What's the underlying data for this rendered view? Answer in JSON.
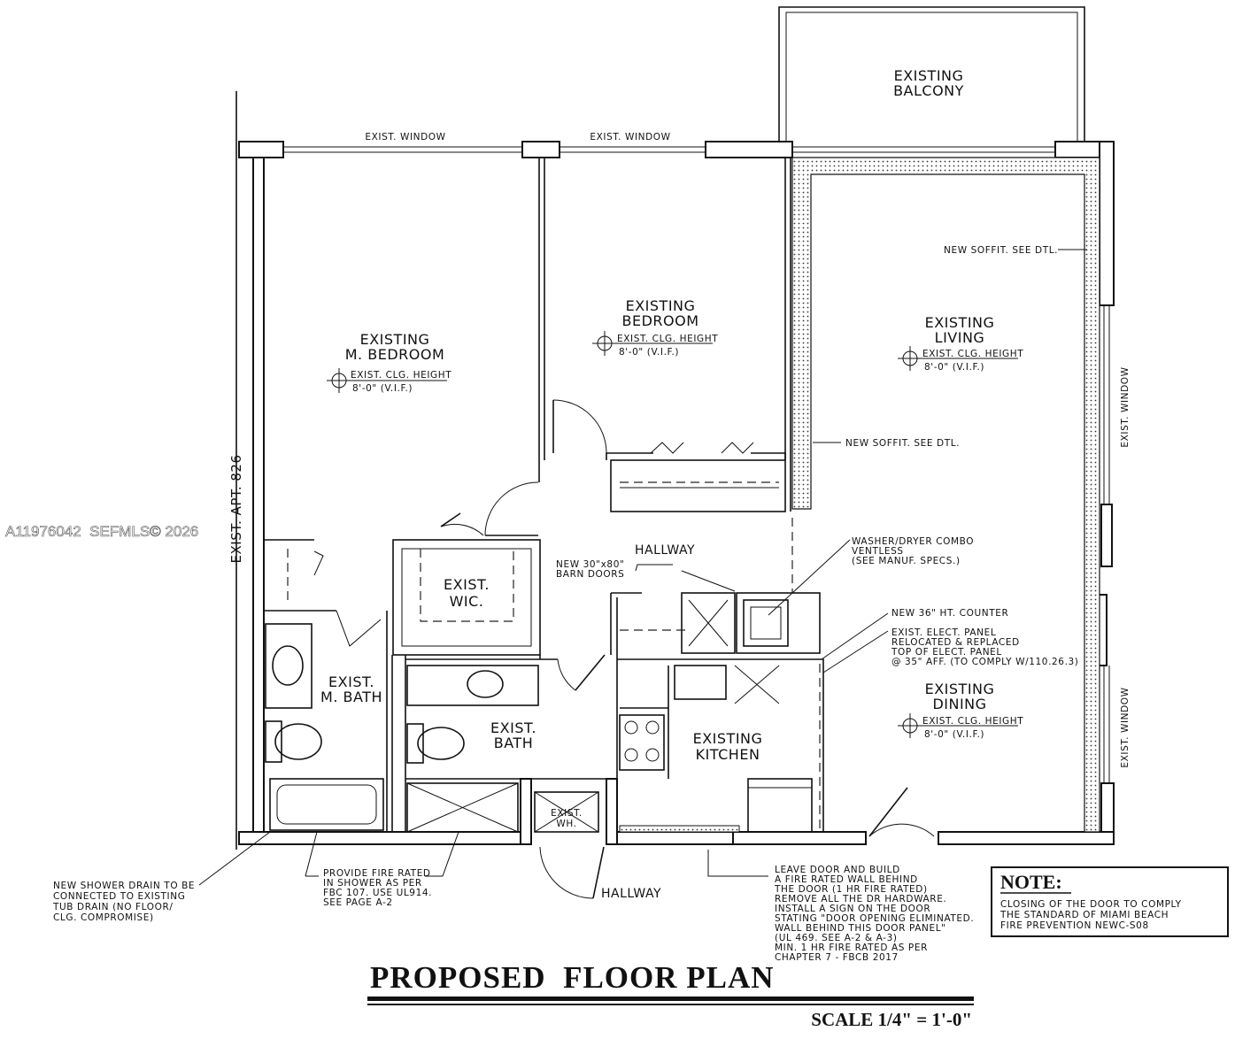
{
  "rooms": {
    "balcony": [
      "EXISTING",
      "BALCONY"
    ],
    "m_bedroom": [
      "EXISTING",
      "M. BEDROOM"
    ],
    "bedroom": [
      "EXISTING",
      "BEDROOM"
    ],
    "living": [
      "EXISTING",
      "LIVING"
    ],
    "dining": [
      "EXISTING",
      "DINING"
    ],
    "kitchen": [
      "EXISTING",
      "KITCHEN"
    ],
    "wic": [
      "EXIST.",
      "WIC."
    ],
    "m_bath": [
      "EXIST.",
      "M. BATH"
    ],
    "bath": [
      "EXIST.",
      "BATH"
    ],
    "wh": [
      "EXIST.",
      "WH."
    ],
    "hallway_upper": "HALLWAY",
    "hallway_lower": "HALLWAY"
  },
  "ceiling_tag": {
    "label": "EXIST. CLG. HEIGHT",
    "value": "8'-0\" (V.I.F.)"
  },
  "windows": {
    "top_left": "EXIST. WINDOW",
    "top_mid": "EXIST. WINDOW",
    "right_upper": "EXIST. WINDOW",
    "right_lower": "EXIST. WINDOW"
  },
  "neighbor": "EXIST. APT. 826",
  "notes": {
    "soffit_top": "NEW SOFFIT. SEE DTL.",
    "soffit_mid": "NEW SOFFIT. SEE DTL.",
    "barn_doors": [
      "NEW 30\"x80\"",
      "BARN DOORS"
    ],
    "washer": [
      "WASHER/DRYER COMBO",
      "VENTLESS",
      "(SEE MANUF. SPECS.)"
    ],
    "counter": "NEW 36\" HT. COUNTER",
    "panel": [
      "EXIST. ELECT. PANEL",
      "RELOCATED & REPLACED",
      "TOP OF ELECT. PANEL",
      "@ 35\" AFF. (TO COMPLY W/110.26.3)"
    ],
    "shower_drain": [
      "NEW SHOWER DRAIN TO BE",
      "CONNECTED TO EXISTING",
      "TUB DRAIN (NO FLOOR/",
      "CLG. COMPROMISE)"
    ],
    "fire_rated": [
      "PROVIDE FIRE RATED",
      "IN SHOWER AS PER",
      "FBC 107. USE UL914.",
      "SEE PAGE A-2"
    ],
    "leave_door": [
      "LEAVE DOOR AND BUILD",
      "A FIRE RATED WALL BEHIND",
      "THE DOOR (1 HR FIRE RATED)",
      "REMOVE ALL THE DR HARDWARE.",
      "INSTALL A SIGN ON THE DOOR",
      "STATING \"DOOR OPENING ELIMINATED.",
      "WALL BEHIND THIS DOOR PANEL\"",
      "(UL 469. SEE A-2 & A-3)",
      "MIN. 1 HR FIRE RATED AS PER",
      "CHAPTER 7 - FBCB 2017"
    ]
  },
  "note_box": {
    "heading": "NOTE:",
    "lines": [
      "CLOSING OF THE DOOR TO COMPLY",
      "THE STANDARD OF MIAMI BEACH",
      "FIRE PREVENTION NEWC-S08"
    ]
  },
  "title": "PROPOSED  FLOOR PLAN",
  "scale": "SCALE 1/4\" = 1'-0\"",
  "watermark": "A11976042  SEFMLS© 2026"
}
